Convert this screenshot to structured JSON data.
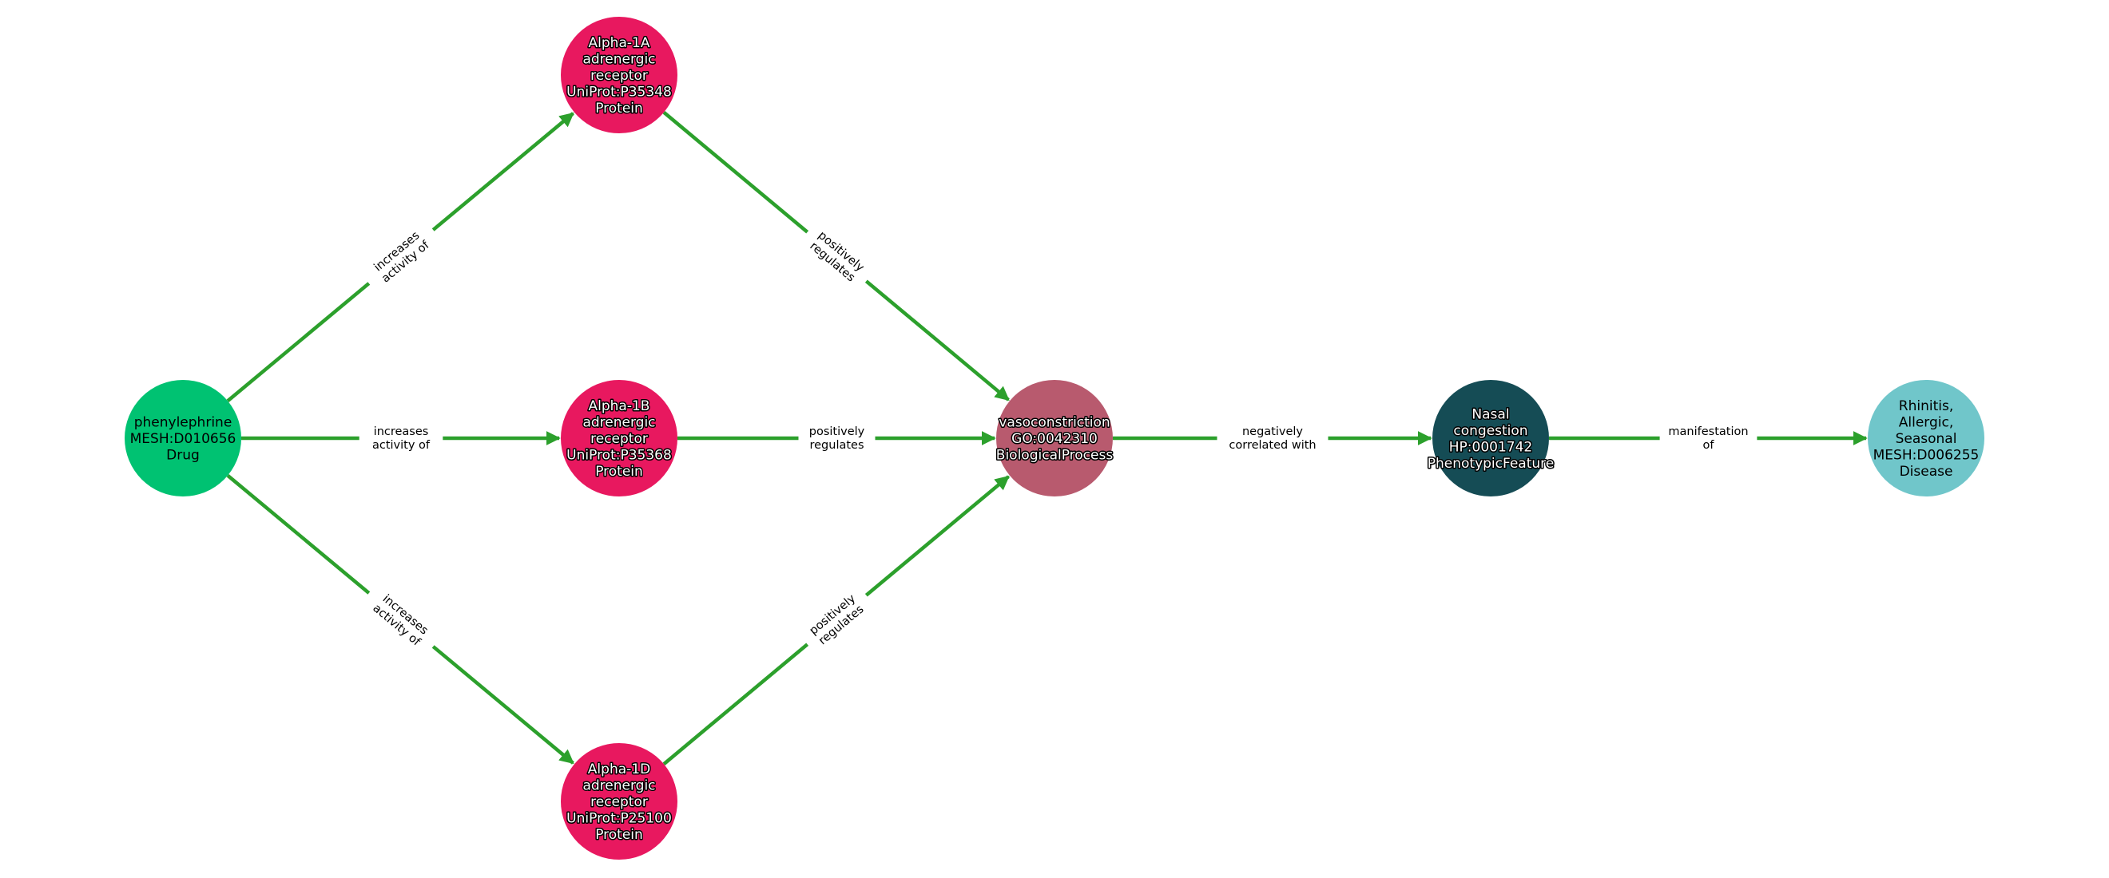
{
  "graph": {
    "edge_color": "#2ca02c",
    "nodes": [
      {
        "id": "phenylephrine",
        "lines": [
          "phenylephrine",
          "MESH:D010656",
          "Drug"
        ],
        "color": "#00c272",
        "text": "dark"
      },
      {
        "id": "a1a",
        "lines": [
          "Alpha-1A",
          "adrenergic",
          "receptor",
          "UniProt:P35348",
          "Protein"
        ],
        "color": "#e8185f",
        "text": "light"
      },
      {
        "id": "a1b",
        "lines": [
          "Alpha-1B",
          "adrenergic",
          "receptor",
          "UniProt:P35368",
          "Protein"
        ],
        "color": "#e8185f",
        "text": "light"
      },
      {
        "id": "a1d",
        "lines": [
          "Alpha-1D",
          "adrenergic",
          "receptor",
          "UniProt:P25100",
          "Protein"
        ],
        "color": "#e8185f",
        "text": "light"
      },
      {
        "id": "vaso",
        "lines": [
          "vasoconstriction",
          "GO:0042310",
          "BiologicalProcess"
        ],
        "color": "#b85a6e",
        "text": "light"
      },
      {
        "id": "nasal",
        "lines": [
          "Nasal",
          "congestion",
          "HP:0001742",
          "PhenotypicFeature"
        ],
        "color": "#154c55",
        "text": "light"
      },
      {
        "id": "rhinitis",
        "lines": [
          "Rhinitis,",
          "Allergic,",
          "Seasonal",
          "MESH:D006255",
          "Disease"
        ],
        "color": "#70c6ca",
        "text": "dark"
      }
    ],
    "edges": [
      {
        "source": "phenylephrine",
        "target": "a1a",
        "lines": [
          "increases",
          "activity of"
        ]
      },
      {
        "source": "phenylephrine",
        "target": "a1b",
        "lines": [
          "increases",
          "activity of"
        ]
      },
      {
        "source": "phenylephrine",
        "target": "a1d",
        "lines": [
          "increases",
          "activity of"
        ]
      },
      {
        "source": "a1a",
        "target": "vaso",
        "lines": [
          "positively",
          "regulates"
        ]
      },
      {
        "source": "a1b",
        "target": "vaso",
        "lines": [
          "positively",
          "regulates"
        ]
      },
      {
        "source": "a1d",
        "target": "vaso",
        "lines": [
          "positively",
          "regulates"
        ]
      },
      {
        "source": "vaso",
        "target": "nasal",
        "lines": [
          "negatively",
          "correlated with"
        ]
      },
      {
        "source": "nasal",
        "target": "rhinitis",
        "lines": [
          "manifestation",
          "of"
        ]
      }
    ]
  }
}
